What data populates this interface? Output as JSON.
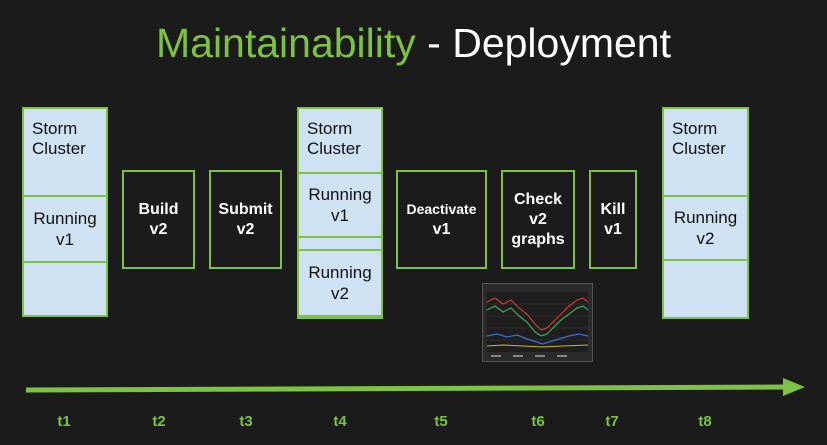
{
  "title": {
    "accent": "Maintainability",
    "rest": " - Deployment"
  },
  "colors": {
    "accent": "#7dc242",
    "box_fill": "#cfe2f3",
    "background": "#1b1b1b"
  },
  "clusters": [
    {
      "head": [
        "Storm",
        "Cluster"
      ],
      "slots": [
        [
          "Running",
          "v1"
        ]
      ]
    },
    {
      "head": [
        "Storm",
        "Cluster"
      ],
      "slots": [
        [
          "Running",
          "v1"
        ],
        [
          "Running",
          "v2"
        ]
      ]
    },
    {
      "head": [
        "Storm",
        "Cluster"
      ],
      "slots": [
        [
          "Running",
          "v2"
        ]
      ]
    }
  ],
  "steps": [
    [
      "Build",
      "v2"
    ],
    [
      "Submit",
      "v2"
    ],
    [
      "Deactivate",
      "v1"
    ],
    [
      "Check",
      "v2",
      "graphs"
    ],
    [
      "Kill",
      "v1"
    ]
  ],
  "timeline": {
    "labels": [
      "t1",
      "t2",
      "t3",
      "t4",
      "t5",
      "t6",
      "t7",
      "t8"
    ]
  }
}
